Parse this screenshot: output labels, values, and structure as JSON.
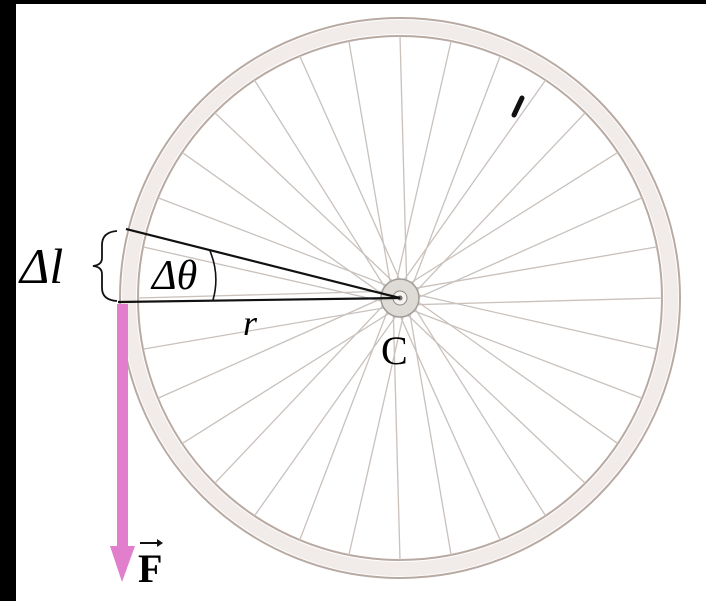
{
  "labels": {
    "delta_l": "Δl",
    "delta_theta": "Δθ",
    "radius": "r",
    "center": "C",
    "force": "F"
  },
  "colors": {
    "background": "#000000",
    "page": "#ffffff",
    "rim": "#b8aaa2",
    "spokes": "#c9c1bc",
    "force_arrow": "#e27fcc",
    "lines": "#111111"
  },
  "icons": {
    "force_vector_arrow": "overhead-arrow",
    "valve": "valve-stem"
  }
}
